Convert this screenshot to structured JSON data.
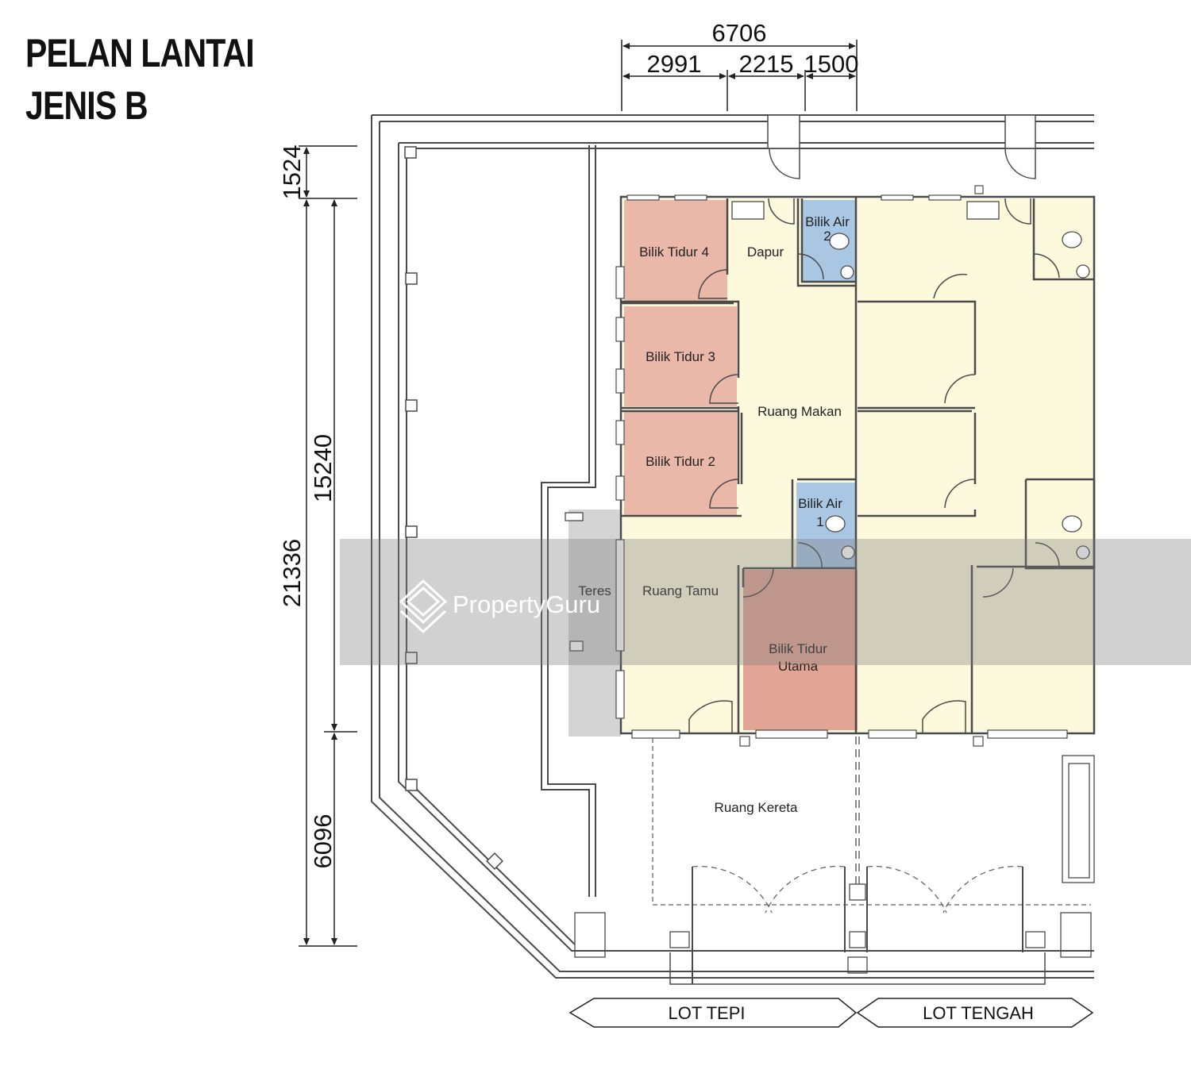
{
  "title": {
    "line1": "PELAN LANTAI",
    "line2": "JENIS B"
  },
  "dimensions": {
    "total_width": "6706",
    "width_segment_1": "2991",
    "width_segment_2": "2215",
    "width_segment_3": "1500",
    "total_depth": "21336",
    "front_setback": "1524",
    "house_depth": "15240",
    "car_porch_depth": "6096"
  },
  "rooms": {
    "bedroom_4": "Bilik Tidur 4",
    "kitchen": "Dapur",
    "bathroom_2": [
      "Bilik Air",
      "2"
    ],
    "bedroom_3": "Bilik Tidur 3",
    "dining": "Ruang Makan",
    "bedroom_2": "Bilik Tidur 2",
    "bathroom_1": [
      "Bilik Air",
      "1"
    ],
    "terrace": "Teres",
    "living": "Ruang Tamu",
    "master_bedroom": [
      "Bilik Tidur",
      "Utama"
    ],
    "car_porch": "Ruang Kereta"
  },
  "lots": {
    "corner": "LOT TEPI",
    "intermediate": "LOT TENGAH"
  },
  "watermark": "PropertyGuru",
  "colors": {
    "bedroom": "#eab8a9",
    "floor": "#fdf9dd",
    "bathroom": "#a9c7e3",
    "terrace": "#d4d4d4",
    "wall": "#4a4a4a"
  }
}
